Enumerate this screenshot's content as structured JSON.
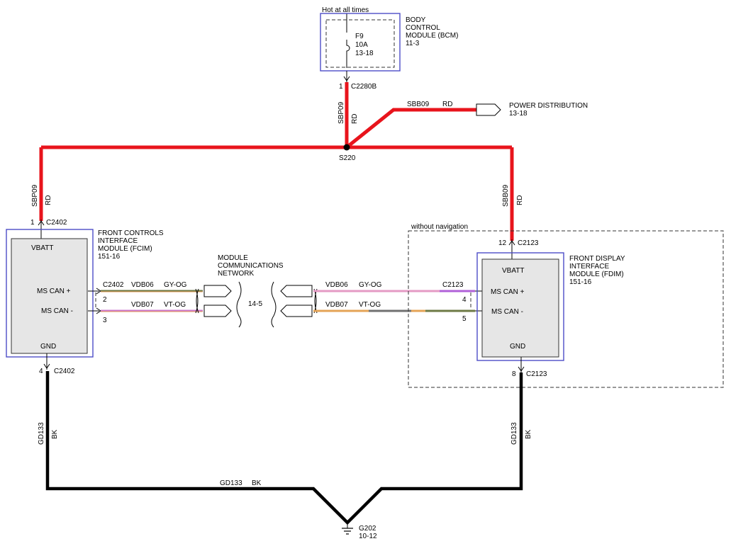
{
  "bcm": {
    "note": "Hot at all times",
    "fuse_id": "F9",
    "fuse_amp": "10A",
    "fuse_ref": "13-18",
    "title_line1": "BODY",
    "title_line2": "CONTROL",
    "title_line3": "MODULE (BCM)",
    "ref": "11-3",
    "pin": "1",
    "connector": "C2280B"
  },
  "power_feed": {
    "circuit": "SBP09",
    "color": "RD",
    "branch_circuit": "SBB09",
    "branch_color": "RD",
    "dest_line1": "POWER DISTRIBUTION",
    "dest_ref": "13-18",
    "splice": "S220"
  },
  "fcim": {
    "circuit": "SBP09",
    "color": "RD",
    "pin_power": "1",
    "connector": "C2402",
    "title_line1": "FRONT CONTROLS",
    "title_line2": "INTERFACE",
    "title_line3": "MODULE (FCIM)",
    "ref": "151-16",
    "vbatt": "VBATT",
    "can_plus": "MS CAN +",
    "can_minus": "MS CAN -",
    "gnd": "GND",
    "pin_can_plus": "2",
    "pin_can_minus": "3",
    "can_connector": "C2402",
    "pin_gnd": "4",
    "gnd_connector": "C2402",
    "gnd_circuit": "GD133",
    "gnd_color": "BK"
  },
  "network": {
    "line1": "MODULE",
    "line2": "COMMUNICATIONS",
    "line3": "NETWORK",
    "ref": "14-5",
    "circuit_plus": "VDB06",
    "color_plus": "GY-OG",
    "circuit_minus": "VDB07",
    "color_minus": "VT-OG"
  },
  "fdim": {
    "option_note": "without navigation",
    "circuit": "SBB09",
    "color": "RD",
    "pin_power": "12",
    "connector": "C2123",
    "title_line1": "FRONT DISPLAY",
    "title_line2": "INTERFACE",
    "title_line3": "MODULE (FDIM)",
    "ref": "151-16",
    "vbatt": "VBATT",
    "can_plus": "MS CAN +",
    "can_minus": "MS CAN -",
    "gnd": "GND",
    "can_connector": "C2123",
    "pin_can_plus": "4",
    "pin_can_minus": "5",
    "circuit_plus": "VDB06",
    "color_plus": "GY-OG",
    "circuit_minus": "VDB07",
    "color_minus": "VT-OG",
    "pin_gnd": "8",
    "gnd_connector": "C2123",
    "gnd_circuit": "GD133",
    "gnd_color": "BK"
  },
  "ground": {
    "circuit": "GD133",
    "color": "BK",
    "location": "G202",
    "ref": "10-12"
  },
  "colors": {
    "power_wire": "#e8141c",
    "ground_wire": "#000000",
    "module_border": "#4d4dc8"
  }
}
